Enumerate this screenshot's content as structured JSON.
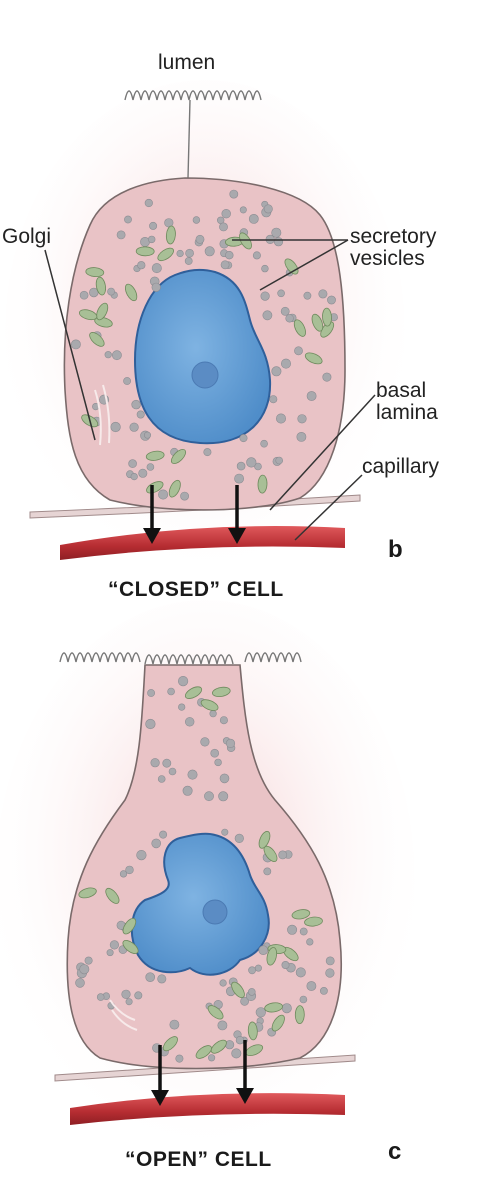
{
  "panel_b": {
    "labels": {
      "lumen": "lumen",
      "golgi": "Golgi",
      "secretory_1": "secretory",
      "secretory_2": "vesicles",
      "basal_1": "basal",
      "basal_2": "lamina",
      "capillary": "capillary"
    },
    "caption": "“CLOSED” CELL",
    "letter": "b"
  },
  "panel_c": {
    "caption": "“OPEN” CELL",
    "letter": "c"
  },
  "colors": {
    "cytoplasm": "#e9c3c6",
    "membrane": "#7a6a6a",
    "nucleus": "#5e9bd3",
    "nucleus_edge": "#2f5f9a",
    "vesicle": "#a9a9ad",
    "mitochondria": "#a8bf96",
    "capillary": "#c63a3e",
    "glow": "#f6d7d8"
  }
}
